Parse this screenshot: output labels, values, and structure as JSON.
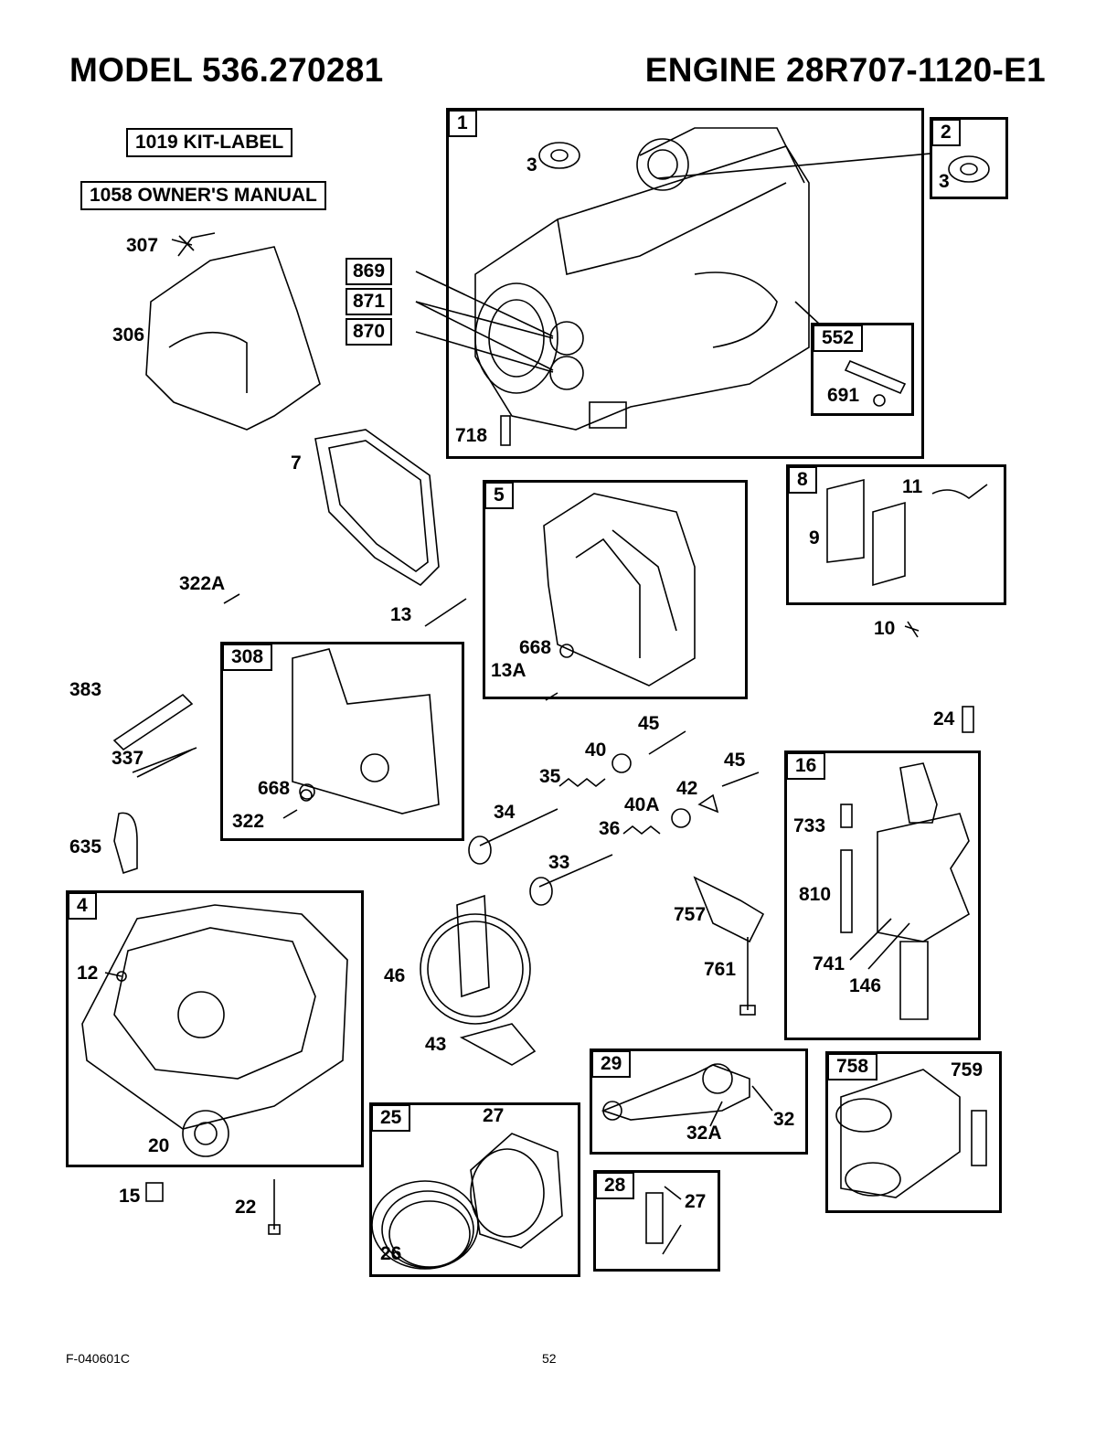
{
  "header": {
    "model": "MODEL 536.270281",
    "engine": "ENGINE 28R707-1120-E1"
  },
  "tags": {
    "kit_label": "1019  KIT-LABEL",
    "owners_manual": "1058 OWNER'S MANUAL"
  },
  "boxes": {
    "b1": "1",
    "b2": "2",
    "b552": "552",
    "b8": "8",
    "b5": "5",
    "b308": "308",
    "b16": "16",
    "b4": "4",
    "b29": "29",
    "b758": "758",
    "b25": "25",
    "b28": "28"
  },
  "callouts": {
    "p3a": "3",
    "p3b": "3",
    "p869": "869",
    "p871": "871",
    "p870": "870",
    "p718": "718",
    "p691": "691",
    "p307": "307",
    "p306": "306",
    "p7": "7",
    "p322a": "322A",
    "p13": "13",
    "p668a": "668",
    "p13a": "13A",
    "p9": "9",
    "p11": "11",
    "p10": "10",
    "p383": "383",
    "p337": "337",
    "p635": "635",
    "p668b": "668",
    "p322": "322",
    "p24": "24",
    "p45a": "45",
    "p40": "40",
    "p45b": "45",
    "p35": "35",
    "p42": "42",
    "p34": "34",
    "p40a": "40A",
    "p36": "36",
    "p33": "33",
    "p733": "733",
    "p810": "810",
    "p741": "741",
    "p146": "146",
    "p757": "757",
    "p761": "761",
    "p46": "46",
    "p43": "43",
    "p12": "12",
    "p20": "20",
    "p15": "15",
    "p22": "22",
    "p27a": "27",
    "p26": "26",
    "p32": "32",
    "p32a": "32A",
    "p759": "759",
    "p27b": "27"
  },
  "footer": {
    "code": "F-040601C",
    "page": "52"
  }
}
